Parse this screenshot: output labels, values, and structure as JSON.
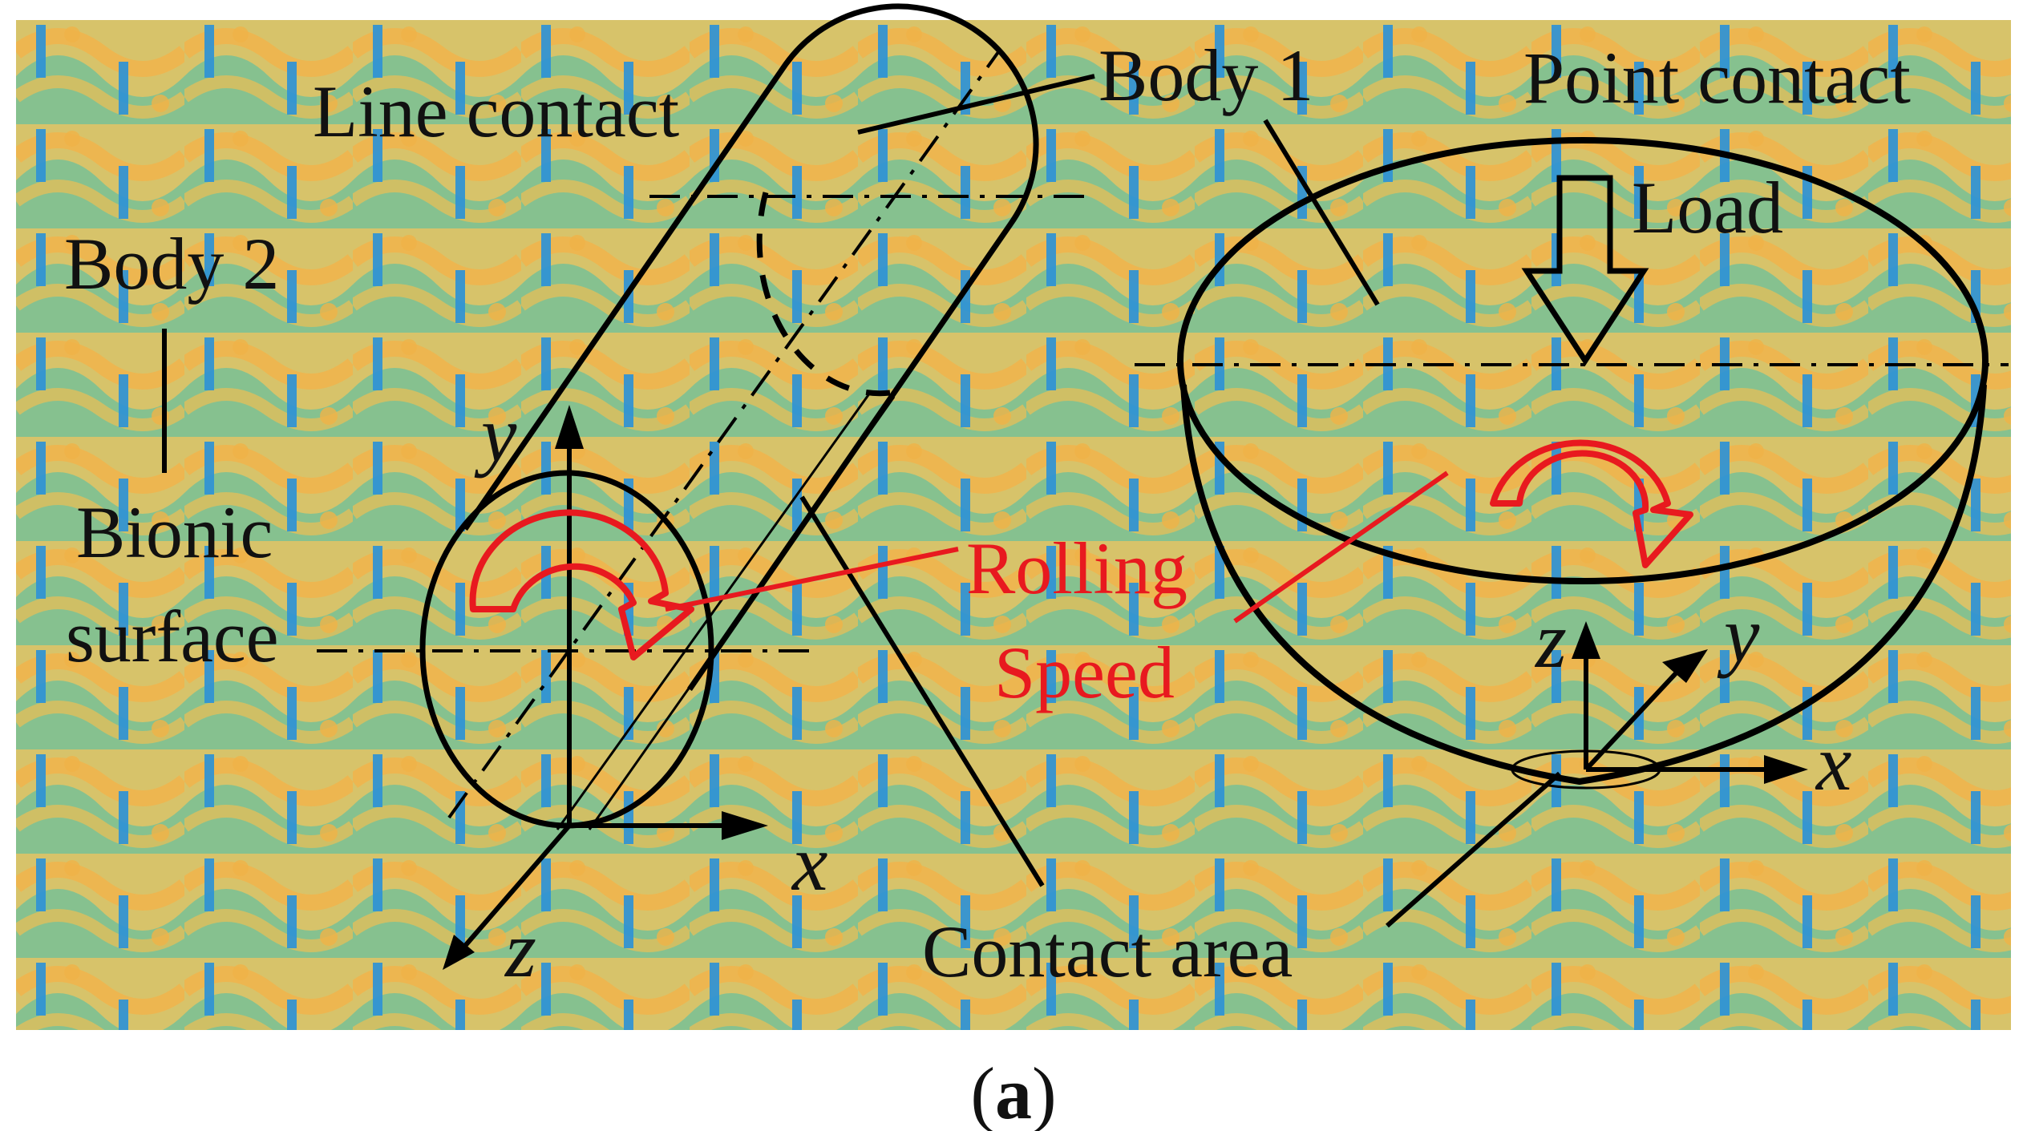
{
  "labels": {
    "line_contact": "Line contact",
    "body1": "Body 1",
    "point_contact": "Point contact",
    "load": "Load",
    "body2": "Body 2",
    "bionic_line1": "Bionic",
    "bionic_line2": "surface",
    "rolling_line1": "Rolling",
    "rolling_line2": "Speed",
    "contact_area": "Contact area"
  },
  "axes_left": {
    "x": "x",
    "y": "y",
    "z": "z"
  },
  "axes_right": {
    "x": "x",
    "y": "y",
    "z": "z"
  },
  "caption": {
    "open": "(",
    "letter": "a",
    "close": ")"
  },
  "colors": {
    "texture_blue": "#2e93d6",
    "texture_green": "#8fc38a",
    "texture_yellow": "#f0b347",
    "outline": "#000000",
    "rolling_arrow": "#e8191f"
  }
}
